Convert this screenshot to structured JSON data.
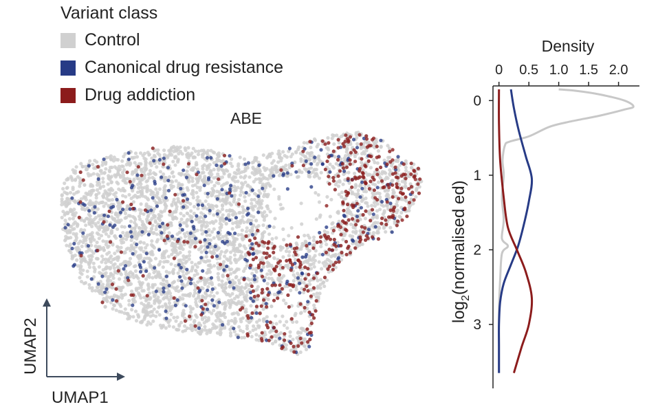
{
  "legend": {
    "title": "Variant class",
    "items": [
      {
        "label": "Control",
        "color": "#d0d0d0"
      },
      {
        "label": "Canonical drug resistance",
        "color": "#273b86"
      },
      {
        "label": "Drug addiction",
        "color": "#8c1c1c"
      }
    ]
  },
  "chart_data": [
    {
      "type": "scatter",
      "title": "ABE",
      "xlabel": "UMAP1",
      "ylabel": "UMAP2",
      "grid": false,
      "series": [
        {
          "name": "Control",
          "color": "#d0d0d0",
          "point_count_estimate": 4000
        },
        {
          "name": "Canonical drug resistance",
          "color": "#273b86",
          "point_count_estimate": 320
        },
        {
          "name": "Drug addiction",
          "color": "#8c1c1c",
          "point_count_estimate": 420
        }
      ]
    },
    {
      "type": "line",
      "xlabel": "Density",
      "ylabel": "log2(normalised ed)",
      "ylabel_main": "log",
      "ylabel_sub": "2",
      "ylabel_rest": "(normalised ed)",
      "xlim": [
        -0.1,
        2.35
      ],
      "ylim": [
        -0.15,
        3.7
      ],
      "y_inverted": true,
      "xticks": [
        "0",
        "0.5",
        "1.0",
        "1.5",
        "2.0"
      ],
      "xtick_values": [
        0,
        0.5,
        1.0,
        1.5,
        2.0
      ],
      "yticks": [
        "0",
        "1",
        "2",
        "3"
      ],
      "ytick_values": [
        0,
        1,
        2,
        3
      ],
      "series": [
        {
          "name": "Control",
          "color": "#c8c8c8",
          "points": [
            [
              0.0,
              3.65
            ],
            [
              0.0,
              3.2
            ],
            [
              0.0,
              2.8
            ],
            [
              0.02,
              2.4
            ],
            [
              0.05,
              2.05
            ],
            [
              0.15,
              1.95
            ],
            [
              0.05,
              1.85
            ],
            [
              0.08,
              1.6
            ],
            [
              0.05,
              1.3
            ],
            [
              0.08,
              1.0
            ],
            [
              0.06,
              0.8
            ],
            [
              0.1,
              0.6
            ],
            [
              0.18,
              0.55
            ],
            [
              0.5,
              0.48
            ],
            [
              0.85,
              0.35
            ],
            [
              1.2,
              0.28
            ],
            [
              1.7,
              0.2
            ],
            [
              2.1,
              0.12
            ],
            [
              2.25,
              0.08
            ],
            [
              2.1,
              0.0
            ],
            [
              1.7,
              -0.08
            ],
            [
              1.3,
              -0.13
            ],
            [
              1.0,
              -0.15
            ]
          ]
        },
        {
          "name": "Canonical drug resistance",
          "color": "#273b86",
          "points": [
            [
              0.2,
              -0.15
            ],
            [
              0.25,
              0.1
            ],
            [
              0.33,
              0.4
            ],
            [
              0.45,
              0.75
            ],
            [
              0.55,
              1.05
            ],
            [
              0.5,
              1.35
            ],
            [
              0.42,
              1.65
            ],
            [
              0.32,
              1.95
            ],
            [
              0.2,
              2.2
            ],
            [
              0.08,
              2.45
            ],
            [
              0.02,
              2.7
            ],
            [
              0.0,
              3.0
            ],
            [
              0.0,
              3.3
            ],
            [
              0.0,
              3.65
            ]
          ]
        },
        {
          "name": "Drug addiction",
          "color": "#8c1c1c",
          "points": [
            [
              0.0,
              -0.15
            ],
            [
              0.0,
              0.3
            ],
            [
              0.02,
              0.8
            ],
            [
              0.08,
              1.3
            ],
            [
              0.15,
              1.7
            ],
            [
              0.3,
              2.0
            ],
            [
              0.45,
              2.3
            ],
            [
              0.55,
              2.65
            ],
            [
              0.5,
              3.0
            ],
            [
              0.38,
              3.3
            ],
            [
              0.25,
              3.65
            ]
          ]
        }
      ]
    }
  ]
}
